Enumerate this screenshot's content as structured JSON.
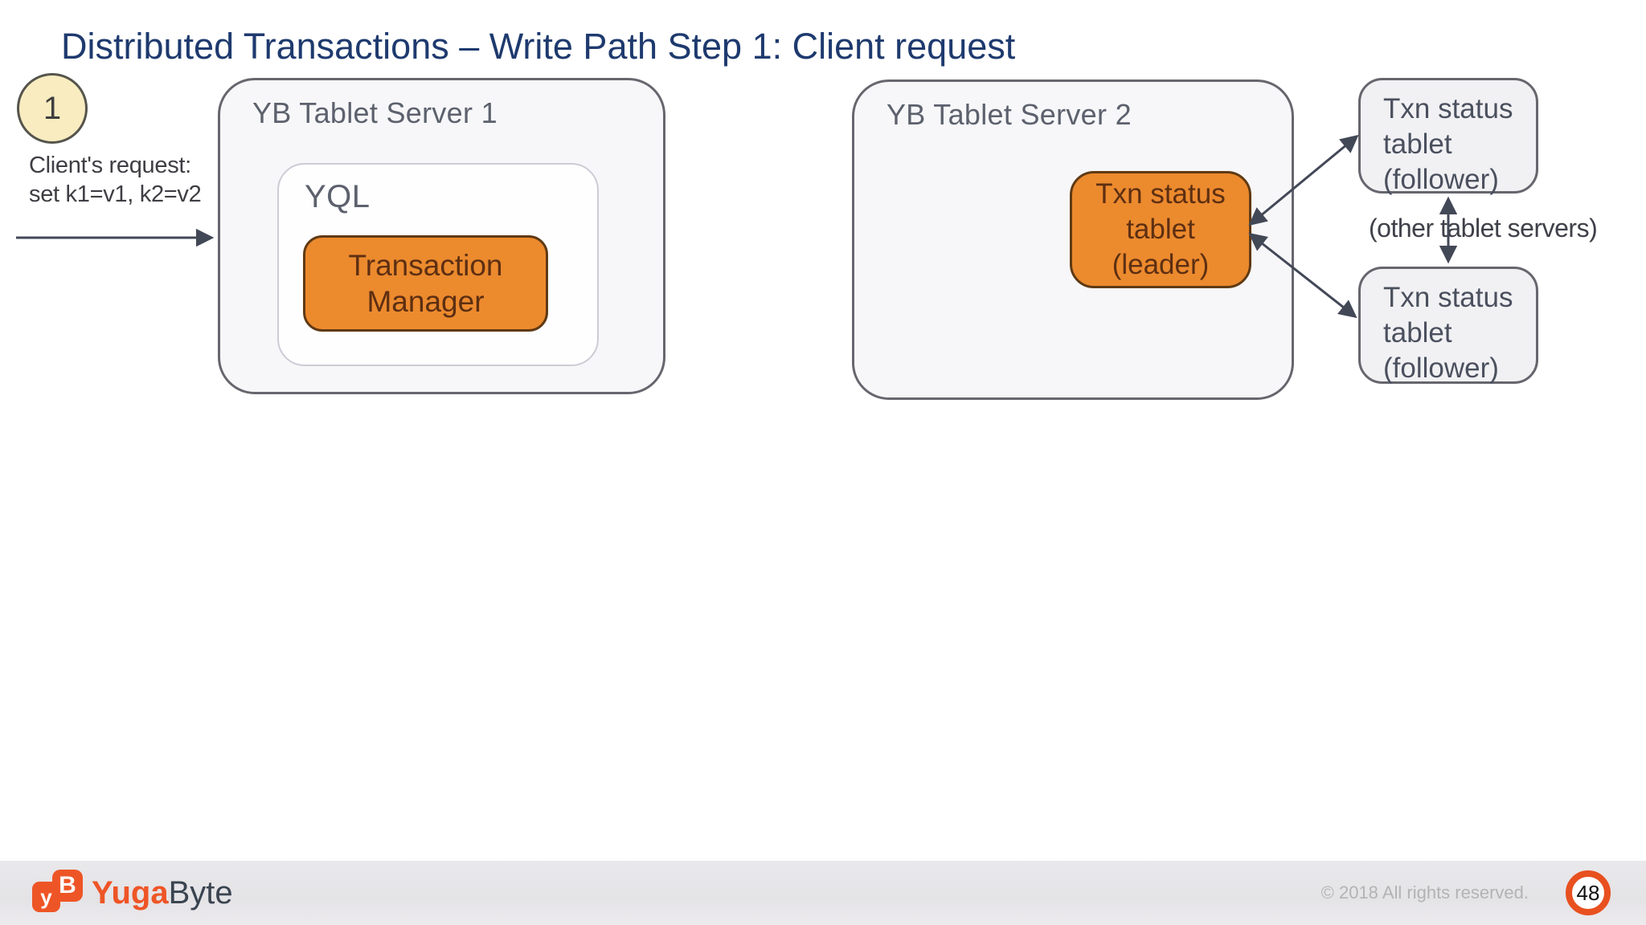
{
  "title": "Distributed Transactions – Write Path Step 1: Client request",
  "step": {
    "number": "1",
    "caption_line1": "Client's request:",
    "caption_line2": "set k1=v1, k2=v2"
  },
  "server1": {
    "label": "YB Tablet Server 1",
    "yql": {
      "label": "YQL",
      "txn_manager": {
        "line1": "Transaction",
        "line2": "Manager"
      }
    }
  },
  "server2": {
    "label": "YB Tablet Server 2",
    "leader_tablet": {
      "line1": "Txn status",
      "line2": "tablet",
      "line3": "(leader)"
    }
  },
  "followers": {
    "top": {
      "line1": "Txn status",
      "line2": "tablet",
      "line3": "(follower)"
    },
    "bottom": {
      "line1": "Txn status",
      "line2": "tablet",
      "line3": "(follower)"
    },
    "note": "(other tablet servers)"
  },
  "footer": {
    "brand": {
      "icon_letter_left": "y",
      "icon_letter_right": "B",
      "name_part1": "Yuga",
      "name_part2": "Byte"
    },
    "copyright": "© 2018 All rights reserved.",
    "page_number": "48"
  },
  "colors": {
    "title-navy": "#1e3a6e",
    "accent-orange": "#ec8a2e",
    "orange-border": "#5f3a14",
    "orange-text": "#5d2f12",
    "box-border": "#66666e",
    "box-fill": "#f7f7f9",
    "follower-fill": "#f1f1f4",
    "label-gray": "#5c616d",
    "follower-text": "#4b505e",
    "arrow": "#434857",
    "badge-fill": "#f9ecc0",
    "badge-border": "#55544c",
    "logo-orange": "#ee5526",
    "logo-dark": "#3a4450",
    "footer-muted": "#b3b3b3",
    "page-ring": "#e8501f"
  }
}
